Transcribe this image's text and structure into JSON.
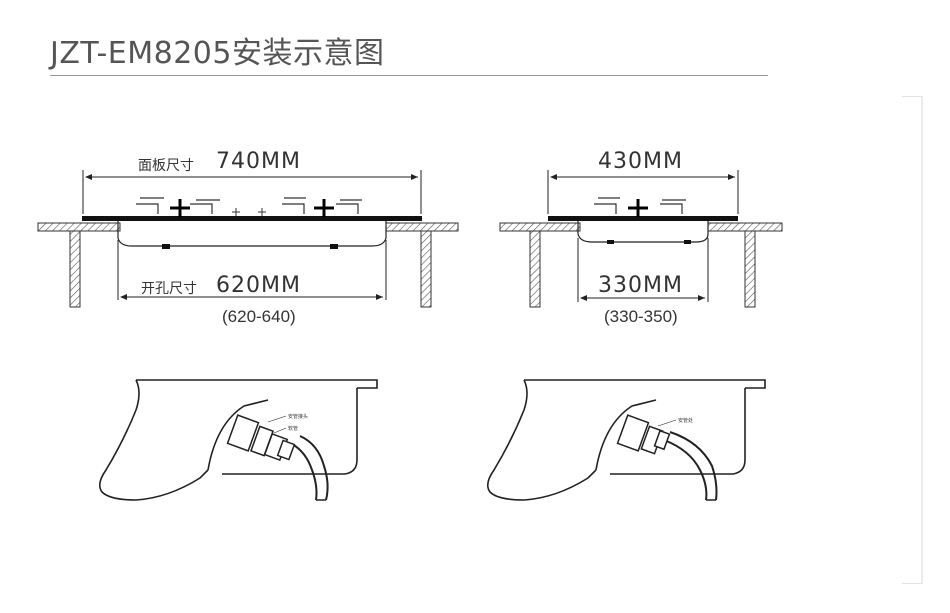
{
  "title": "JZT-EM8205安装示意图",
  "left_unit": {
    "panel_label_cn": "面板尺寸",
    "panel_size": "740MM",
    "cutout_label_cn": "开孔尺寸",
    "cutout_size": "620MM",
    "cutout_range": "(620-640)"
  },
  "right_unit": {
    "panel_size": "430MM",
    "cutout_size": "330MM",
    "cutout_range": "(330-350)"
  },
  "connector_labels": {
    "left_top": "安管接头",
    "left_bottom": "软管",
    "right": "安管处"
  }
}
